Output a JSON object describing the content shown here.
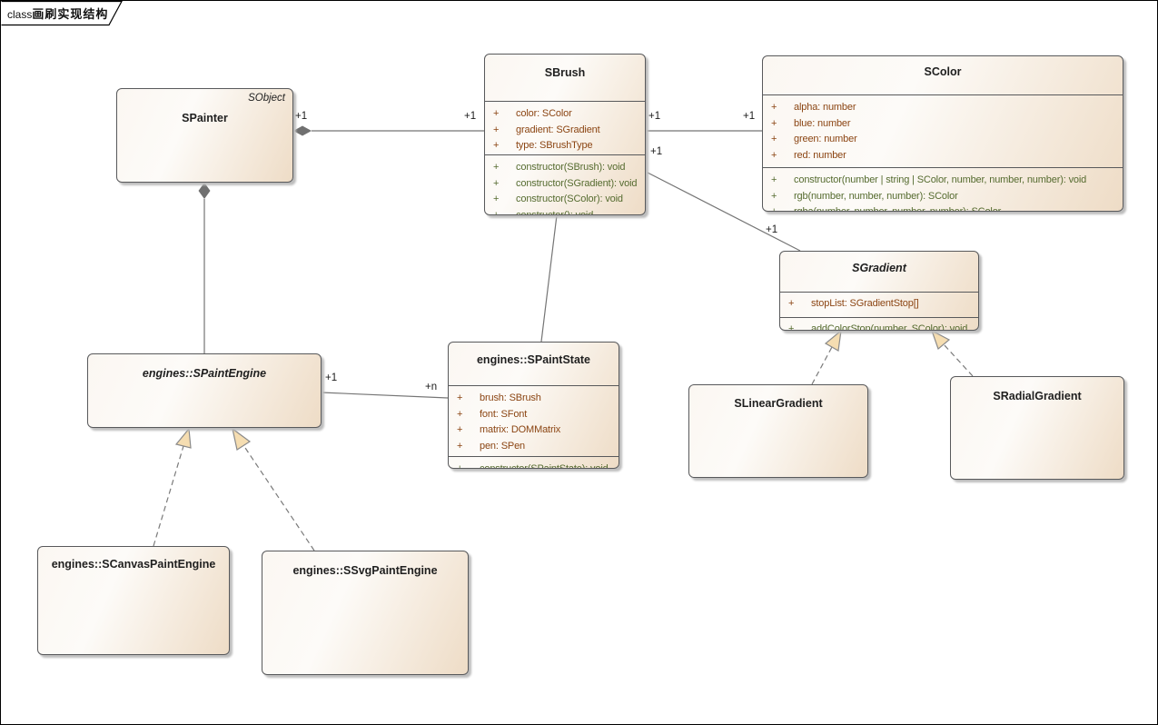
{
  "frame": {
    "type": "class",
    "title": "画刷实现结构"
  },
  "classes": [
    {
      "id": "spainter",
      "name": "SPainter",
      "stereotype": "SObject",
      "abstract": false,
      "attributes": [],
      "methods": []
    },
    {
      "id": "sbrush",
      "name": "SBrush",
      "abstract": false,
      "attributes": [
        "color: SColor",
        "gradient: SGradient",
        "type: SBrushType"
      ],
      "methods": [
        "constructor(SBrush): void",
        "constructor(SGradient): void",
        "constructor(SColor): void",
        "constructor(): void"
      ]
    },
    {
      "id": "scolor",
      "name": "SColor",
      "abstract": false,
      "attributes": [
        "alpha: number",
        "blue: number",
        "green: number",
        "red: number"
      ],
      "methods": [
        "constructor(number | string | SColor, number, number, number): void",
        "rgb(number, number, number): SColor",
        "rgba(number, number, number, number): SColor"
      ]
    },
    {
      "id": "sgradient",
      "name": "SGradient",
      "abstract": true,
      "attributes": [
        "stopList: SGradientStop[]"
      ],
      "methods": [
        "addColorStop(number, SColor): void"
      ]
    },
    {
      "id": "spaintstate",
      "name": "engines::SPaintState",
      "abstract": false,
      "attributes": [
        "brush: SBrush",
        "font: SFont",
        "matrix: DOMMatrix",
        "pen: SPen"
      ],
      "methods": [
        "constructor(SPaintState): void"
      ]
    },
    {
      "id": "spaintengine",
      "name": "engines::SPaintEngine",
      "abstract": true,
      "attributes": [],
      "methods": []
    },
    {
      "id": "slineargradient",
      "name": "SLinearGradient",
      "abstract": false,
      "attributes": [],
      "methods": []
    },
    {
      "id": "sradialgradient",
      "name": "SRadialGradient",
      "abstract": false,
      "attributes": [],
      "methods": []
    },
    {
      "id": "scanvaspaintengine",
      "name": "engines::SCanvasPaintEngine",
      "abstract": false,
      "attributes": [],
      "methods": []
    },
    {
      "id": "ssvgpaintengine",
      "name": "engines::SSvgPaintEngine",
      "abstract": false,
      "attributes": [],
      "methods": []
    }
  ],
  "visibility_marker": "+",
  "multiplicities": {
    "painter_brush_src": "+1",
    "painter_brush_tgt": "+1",
    "brush_color_src": "+1",
    "brush_color_tgt": "+1",
    "brush_gradient_src": "+1",
    "brush_gradient_tgt": "+1",
    "engine_state_src": "+1",
    "engine_state_tgt": "+n"
  },
  "colors": {
    "attribute_text": "#8b4513",
    "method_text": "#556b2f",
    "box_border": "#58595b",
    "box_fill_light": "#fdfbf8",
    "box_fill_tan": "#eedcc6",
    "connector_line": "#757575",
    "composition_diamond": "#707070",
    "generalization_arrow_fill": "#f5ddb1"
  }
}
